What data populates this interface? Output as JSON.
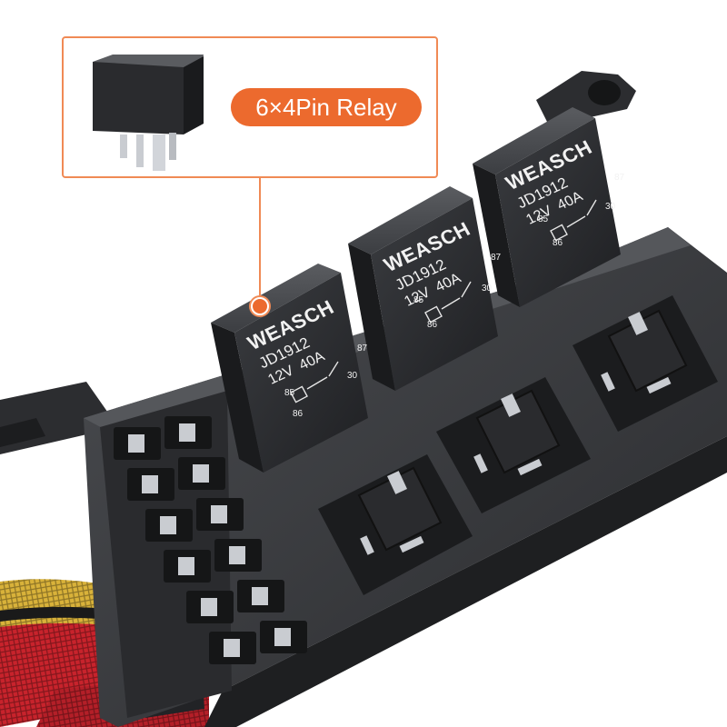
{
  "callout": {
    "label": "6×4Pin Relay"
  },
  "relays": [
    {
      "brand": "WEASCH",
      "model": "JD1912",
      "voltage": "12V",
      "current": "40A",
      "pins": [
        "85",
        "86",
        "87",
        "30"
      ]
    },
    {
      "brand": "WEASCH",
      "model": "JD1912",
      "voltage": "12V",
      "current": "40A",
      "pins": [
        "85",
        "86",
        "87",
        "30"
      ]
    },
    {
      "brand": "WEASCH",
      "model": "JD1912",
      "voltage": "12V",
      "current": "40A",
      "pins": [
        "85",
        "86",
        "87",
        "30"
      ]
    }
  ],
  "colors": {
    "accent": "#ec6a2e",
    "relay_body": "#2b2d30",
    "housing": "#333538",
    "wire_red": "#c8232c",
    "wire_yellow": "#d9b23a"
  }
}
